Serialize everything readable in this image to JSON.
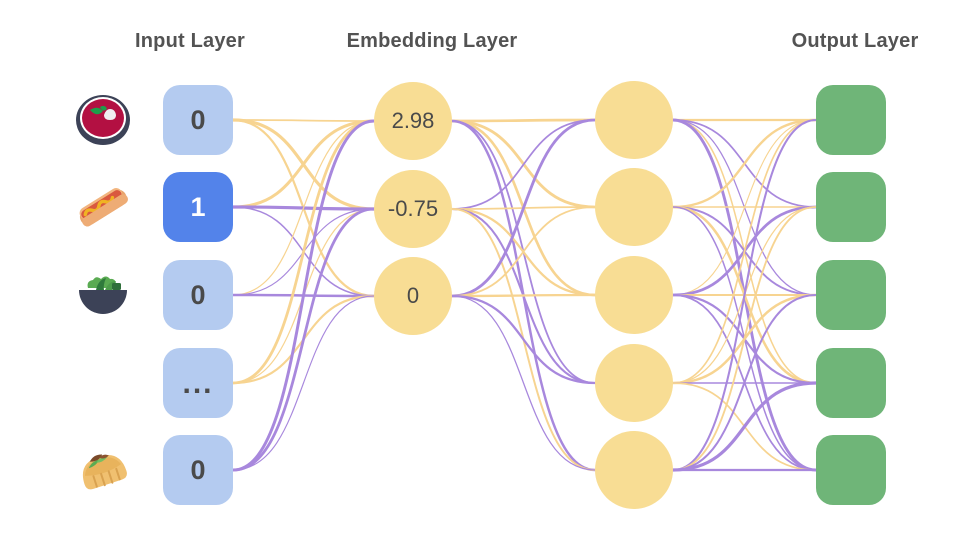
{
  "figure": {
    "kind": "neural-network-diagram",
    "background_color": "#ffffff"
  },
  "titles": {
    "input": "Input Layer",
    "embedding": "Embedding Layer",
    "output": "Output Layer",
    "color": "#535353"
  },
  "colors": {
    "input_inactive": "#b4cbf0",
    "input_active": "#5383ea",
    "embedding_node": "#f8dd94",
    "hidden_node": "#f8dd94",
    "output_node": "#6fb578",
    "edge_purple": "#a888dd",
    "edge_yellow": "#f7d491",
    "text_dark": "#4a4a4a",
    "text_on_active": "#ffffff"
  },
  "input_layer": {
    "items": [
      {
        "icon": "bowl-of-soup-icon",
        "value": "0",
        "active": false
      },
      {
        "icon": "hot-dog-icon",
        "value": "1",
        "active": true
      },
      {
        "icon": "green-salad-bowl-icon",
        "value": "0",
        "active": false
      },
      {
        "icon": "none",
        "value": "...",
        "active": false,
        "is_ellipsis": true
      },
      {
        "icon": "taco-icon",
        "value": "0",
        "active": false
      }
    ]
  },
  "embedding_layer": {
    "nodes": [
      {
        "value": "2.98"
      },
      {
        "value": "-0.75"
      },
      {
        "value": "0"
      }
    ]
  },
  "hidden_layer": {
    "nodes": [
      {
        "value": ""
      },
      {
        "value": ""
      },
      {
        "value": ""
      },
      {
        "value": ""
      },
      {
        "value": ""
      }
    ]
  },
  "output_layer": {
    "nodes": [
      {
        "value": ""
      },
      {
        "value": ""
      },
      {
        "value": ""
      },
      {
        "value": ""
      },
      {
        "value": ""
      }
    ]
  },
  "edges": {
    "input_to_embedding": "fully-connected 5x3",
    "embedding_to_hidden": "fully-connected 3x5",
    "hidden_to_output": "fully-connected 5x5"
  }
}
